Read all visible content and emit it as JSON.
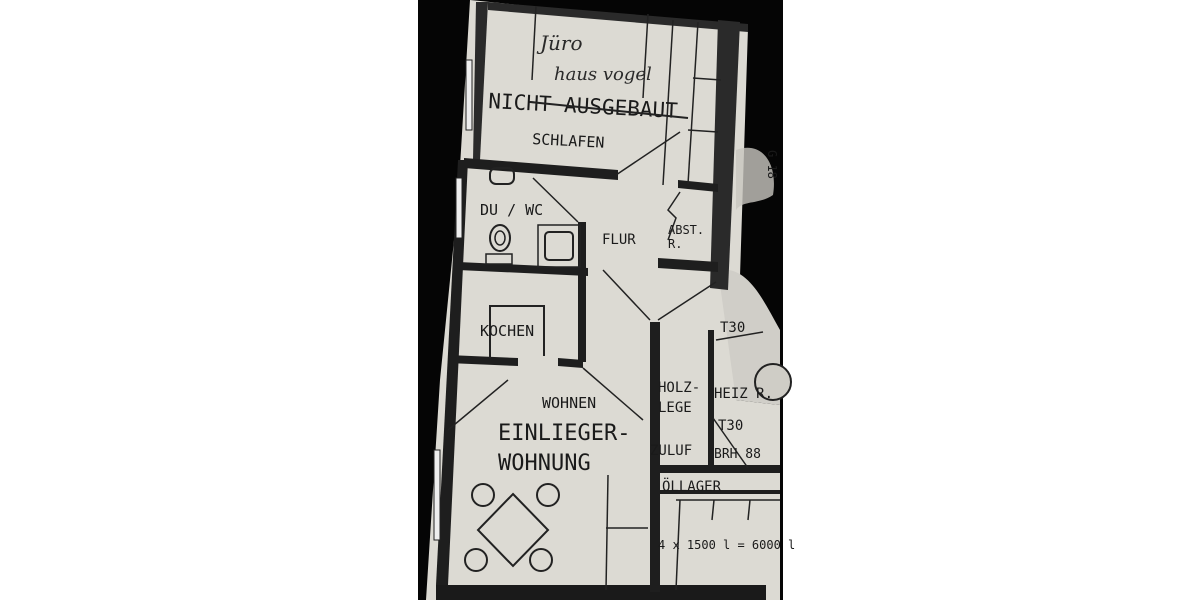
{
  "image": {
    "description": "Photograph of a scanned architectural floor plan of a granny flat (Einliegerwohnung) on a black background",
    "background_color": "#050505",
    "paper_color": "#dcdad3",
    "line_color": "#1a1a1a"
  },
  "handwriting": {
    "line1": "Jüro",
    "line2": "haus vogel"
  },
  "rooms": {
    "schlafen": {
      "label": "SCHLAFEN",
      "overlay": "NICHT AUSGEBAUT",
      "overlay_struck": true
    },
    "bath": {
      "label": "DU / WC"
    },
    "hall": {
      "label": "FLUR"
    },
    "storage": {
      "label_line1": "ABST.",
      "label_line2": "R."
    },
    "kitchen": {
      "label": "KOCHEN"
    },
    "living": {
      "label": "WOHNEN",
      "title_line1": "EINLIEGER-",
      "title_line2": "WOHNUNG"
    },
    "woodstore": {
      "label_line1": "HOLZ-",
      "label_line2": "LEGE",
      "vent": "ZULUF"
    },
    "boiler": {
      "label": "HEIZ R.",
      "door_rating_top": "T30",
      "door_rating": "T30",
      "sill": "BRH 88"
    },
    "oil": {
      "label": "ÖLLAGER",
      "capacity": "4 x 1500 l = 6000 l"
    }
  },
  "margin_note": "G 18"
}
